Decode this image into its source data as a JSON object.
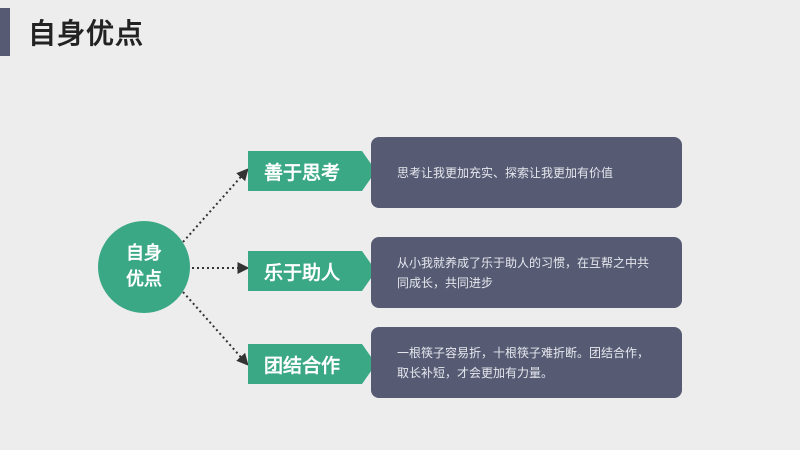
{
  "page": {
    "title": "自身优点"
  },
  "center": {
    "label": "自身优点"
  },
  "items": [
    {
      "label": "善于思考",
      "text": "思考让我更加充实、探索让我更加有价值"
    },
    {
      "label": "乐于助人",
      "text": "从小我就养成了乐于助人的习惯，在互帮之中共同成长，共同进步"
    },
    {
      "label": "团结合作",
      "text": "一根筷子容易折，十根筷子难折断。团结合作，取长补短，才会更加有力量。"
    }
  ],
  "colors": {
    "accent": "#565b73",
    "green": "#3aa884",
    "card": "#565b73",
    "background": "#ededed"
  }
}
